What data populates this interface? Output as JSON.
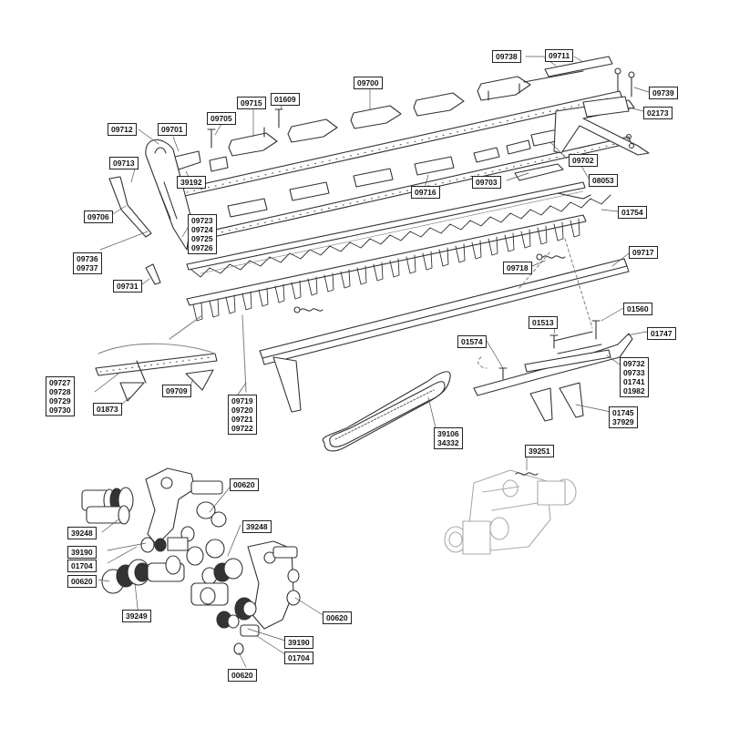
{
  "labels": {
    "l_09738": [
      "09738"
    ],
    "l_09711": [
      "09711"
    ],
    "l_09739": [
      "09739"
    ],
    "l_02173": [
      "02173"
    ],
    "l_09700": [
      "09700"
    ],
    "l_09715": [
      "09715"
    ],
    "l_01609": [
      "01609"
    ],
    "l_09705": [
      "09705"
    ],
    "l_09712": [
      "09712"
    ],
    "l_09701": [
      "09701"
    ],
    "l_09713": [
      "09713"
    ],
    "l_39192": [
      "39192"
    ],
    "l_09706": [
      "09706"
    ],
    "l_09702": [
      "09702"
    ],
    "l_08053": [
      "08053"
    ],
    "l_09703": [
      "09703"
    ],
    "l_09716": [
      "09716"
    ],
    "l_01754": [
      "01754"
    ],
    "l_09723": [
      "09723",
      "09724",
      "09725",
      "09726"
    ],
    "l_09736": [
      "09736",
      "09737"
    ],
    "l_09717": [
      "09717"
    ],
    "l_09718": [
      "09718"
    ],
    "l_09731": [
      "09731"
    ],
    "l_01560": [
      "01560"
    ],
    "l_01513": [
      "01513"
    ],
    "l_01747": [
      "01747"
    ],
    "l_01574": [
      "01574"
    ],
    "l_09732": [
      "09732",
      "09733",
      "01741",
      "01982"
    ],
    "l_09727": [
      "09727",
      "09728",
      "09729",
      "09730"
    ],
    "l_09709": [
      "09709"
    ],
    "l_01873": [
      "01873"
    ],
    "l_09719": [
      "09719",
      "09720",
      "09721",
      "09722"
    ],
    "l_01745": [
      "01745",
      "37929"
    ],
    "l_39106": [
      "39106",
      "34332"
    ],
    "l_39251": [
      "39251"
    ],
    "l_00620a": [
      "00620"
    ],
    "l_39248a": [
      "39248"
    ],
    "l_39248b": [
      "39248"
    ],
    "l_39190a": [
      "39190"
    ],
    "l_01704a": [
      "01704"
    ],
    "l_00620b": [
      "00620"
    ],
    "l_39249": [
      "39249"
    ],
    "l_00620c": [
      "00620"
    ],
    "l_39190b": [
      "39190"
    ],
    "l_01704b": [
      "01704"
    ],
    "l_00620d": [
      "00620"
    ]
  },
  "colors": {
    "line": "#333333",
    "light": "#9a9a9a",
    "fill": "#ffffff",
    "shade": "#d8d8d8"
  }
}
